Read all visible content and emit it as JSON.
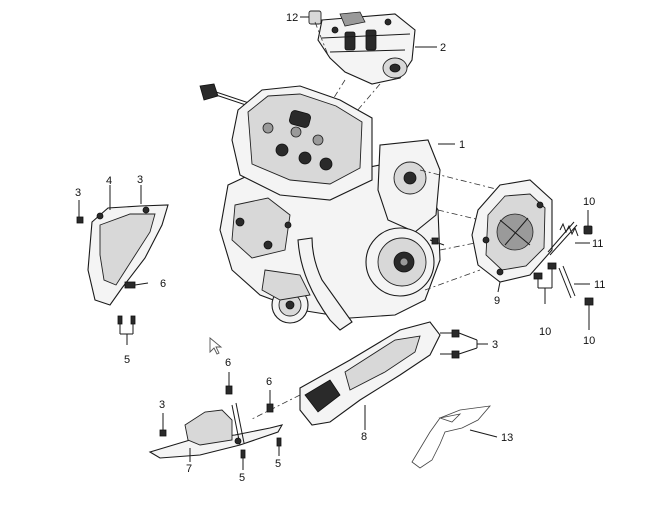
{
  "callouts": {
    "c1": "1",
    "c2": "2",
    "c3a": "3",
    "c3b": "3",
    "c3c": "3",
    "c3d": "3",
    "c4": "4",
    "c5a": "5",
    "c5b": "5",
    "c5c": "5",
    "c6a": "6",
    "c6b": "6",
    "c6c": "6",
    "c7": "7",
    "c8": "8",
    "c9": "9",
    "c10a": "10",
    "c10b": "10",
    "c10c": "10",
    "c11a": "11",
    "c11b": "11",
    "c12": "12",
    "c13": "13"
  },
  "icons": {
    "cursor": "mouse-pointer-icon"
  }
}
